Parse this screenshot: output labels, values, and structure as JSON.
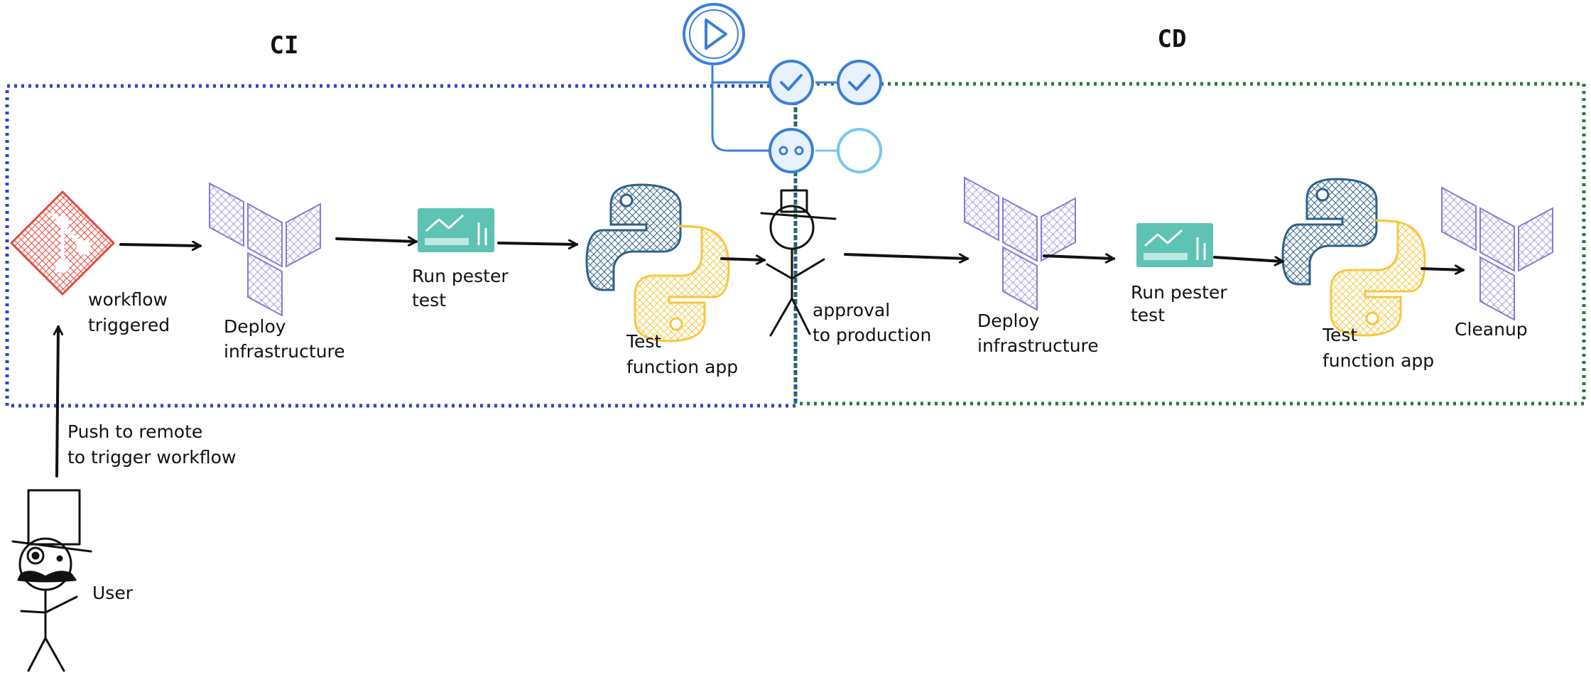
{
  "sections": {
    "ci": "CI",
    "cd": "CD"
  },
  "labels": {
    "workflow_triggered": [
      "workflow",
      "triggered"
    ],
    "ci_deploy": [
      "Deploy",
      "infrastructure"
    ],
    "ci_pester": [
      "Run pester",
      "test"
    ],
    "ci_test_app": [
      "Test",
      "function app"
    ],
    "approval": [
      "approval",
      "to production"
    ],
    "cd_deploy": [
      "Deploy",
      "infrastructure"
    ],
    "cd_pester": [
      "Run pester",
      "test"
    ],
    "cd_test_app": [
      "Test",
      "function app"
    ],
    "cleanup": [
      "Cleanup"
    ],
    "push": [
      "Push to remote",
      "to trigger workflow"
    ],
    "user": [
      "User"
    ]
  },
  "icons": {
    "git": "git-icon",
    "terraform": "terraform-icon",
    "pester": "pester-test-icon",
    "python": "python-icon",
    "workflow": "github-actions-workflow-icon",
    "approver": "stick-figure-approver-icon",
    "user": "stick-figure-user-icon"
  },
  "colors": {
    "ci_border": "#2f45c4",
    "cd_border": "#237a3c",
    "git": "#e5483c",
    "terraform": "#8a78d6",
    "pester": "#5ec3b4",
    "python_blue": "#2f5f8a",
    "python_yellow": "#f4c842",
    "workflow_blue": "#3a7fd9",
    "workflow_light": "#79c7ec",
    "ink": "#111111"
  }
}
